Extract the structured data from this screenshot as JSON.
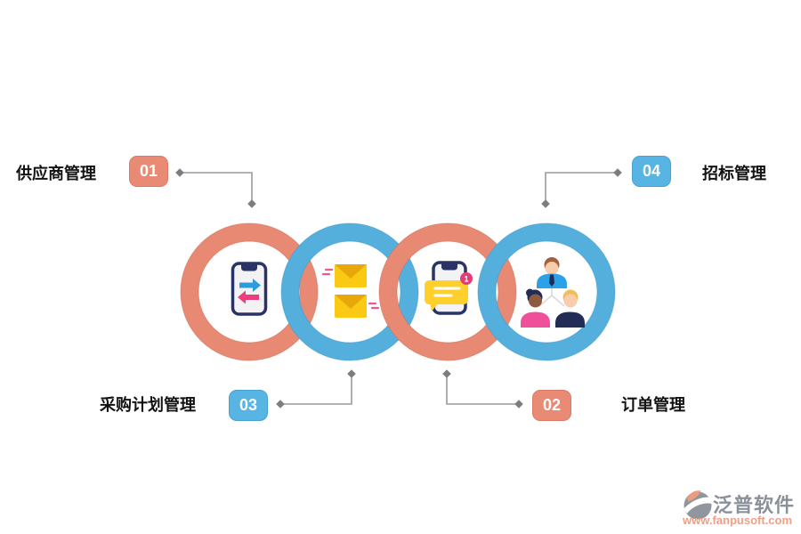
{
  "steps": [
    {
      "num": "01",
      "label": "供应商管理",
      "badge_color": "#E98A75",
      "position": "top-left"
    },
    {
      "num": "02",
      "label": "订单管理",
      "badge_color": "#E98A75",
      "position": "bottom-right"
    },
    {
      "num": "03",
      "label": "采购计划管理",
      "badge_color": "#57B4E3",
      "position": "bottom-left"
    },
    {
      "num": "04",
      "label": "招标管理",
      "badge_color": "#57B4E3",
      "position": "top-right"
    }
  ],
  "rings": [
    {
      "name": "supplier-ring",
      "color": "#E88A73",
      "icon": "phone-transfer-arrows-icon"
    },
    {
      "name": "purchase-plan-ring",
      "color": "#55AFDD",
      "icon": "mail-envelopes-icon"
    },
    {
      "name": "order-ring",
      "color": "#E88A73",
      "icon": "phone-chat-notification-icon"
    },
    {
      "name": "bidding-ring",
      "color": "#55AFDD",
      "icon": "team-org-chart-icon"
    }
  ],
  "colors": {
    "ring_salmon": "#E88A73",
    "ring_salmon_edge": "#CE6E58",
    "ring_blue": "#55AFDD",
    "ring_blue_edge": "#3E97C8",
    "badge_salmon": "#E98A75",
    "badge_blue": "#57B4E3",
    "connector_gray": "#9B9B9B",
    "connector_diamond": "#7D7D7D",
    "label_text": "#121212"
  },
  "icons": {
    "chat_notification_count": "1"
  },
  "icon_colors": {
    "phone_frame": "#2A3365",
    "phone_screen": "#F3F3F6",
    "arrow_blue": "#2D9CDB",
    "arrow_pink": "#EE3D7F",
    "envelope_body": "#F9C913",
    "envelope_flap": "#E8A80C",
    "speed_dash_pink": "#F2568C",
    "bubble_yellow": "#FFD02C",
    "notification_pink": "#E73B74",
    "org_line_gray": "#DCDCDC",
    "skin_light": "#F8CDAC",
    "skin_dark": "#8D5B41",
    "hair_brown": "#A5613C",
    "hair_blonde": "#EFBE5E",
    "hair_navy": "#222C54",
    "shirt_blue": "#2BA2E8",
    "top_pink": "#F0509A",
    "suit_navy": "#222C54"
  },
  "watermark": {
    "brand": "泛普软件",
    "url": "www.fanpusoft.com",
    "brand_color": "#8A9198",
    "url_color": "#EF9F86"
  }
}
